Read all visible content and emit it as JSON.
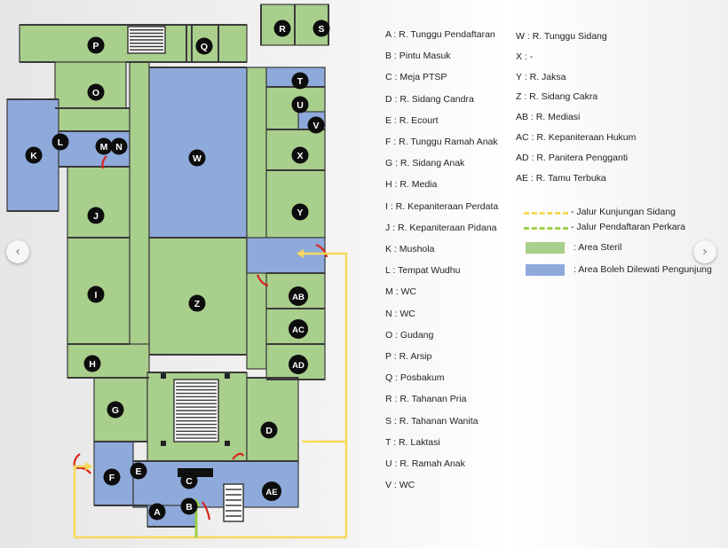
{
  "rooms": [
    {
      "id": "P",
      "label": "P"
    },
    {
      "id": "Q",
      "label": "Q"
    },
    {
      "id": "R",
      "label": "R"
    },
    {
      "id": "S",
      "label": "S"
    },
    {
      "id": "O",
      "label": "O"
    },
    {
      "id": "T",
      "label": "T"
    },
    {
      "id": "U",
      "label": "U"
    },
    {
      "id": "V",
      "label": "V"
    },
    {
      "id": "K",
      "label": "K"
    },
    {
      "id": "L",
      "label": "L"
    },
    {
      "id": "M",
      "label": "M"
    },
    {
      "id": "N",
      "label": "N"
    },
    {
      "id": "W",
      "label": "W"
    },
    {
      "id": "X",
      "label": "X"
    },
    {
      "id": "J",
      "label": "J"
    },
    {
      "id": "Y",
      "label": "Y"
    },
    {
      "id": "I",
      "label": "I"
    },
    {
      "id": "Z",
      "label": "Z"
    },
    {
      "id": "AB",
      "label": "AB"
    },
    {
      "id": "AC",
      "label": "AC"
    },
    {
      "id": "H",
      "label": "H"
    },
    {
      "id": "AD",
      "label": "AD"
    },
    {
      "id": "G",
      "label": "G"
    },
    {
      "id": "D",
      "label": "D"
    },
    {
      "id": "E",
      "label": "E"
    },
    {
      "id": "F",
      "label": "F"
    },
    {
      "id": "C",
      "label": "C"
    },
    {
      "id": "AE",
      "label": "AE"
    },
    {
      "id": "A",
      "label": "A"
    },
    {
      "id": "B",
      "label": "B"
    }
  ],
  "legend_left": [
    "A : R. Tunggu Pendaftaran",
    "B : Pintu Masuk",
    "C : Meja PTSP",
    "D : R. Sidang Candra",
    "E : R. Ecourt",
    "F : R. Tunggu Ramah Anak",
    "G : R. Sidang Anak",
    "H : R. Media",
    "I : R. Kepaniteraan Perdata",
    "J : R. Kepaniteraan Pidana",
    "K : Mushola",
    "L : Tempat Wudhu",
    "M : WC",
    "N : WC",
    "O : Gudang",
    "P : R. Arsip",
    "Q : Posbakum",
    "R : R. Tahanan Pria",
    "S : R. Tahanan Wanita",
    "T : R. Laktasi",
    "U : R. Ramah Anak",
    "V : WC"
  ],
  "legend_right": [
    "W : R. Tunggu Sidang",
    "X : -",
    "Y : R. Jaksa",
    "Z : R. Sidang Cakra",
    "AB : R. Mediasi",
    "AC : R. Kepaniteraan Hukum",
    "AD : R. Panitera Pengganti",
    "AE : R. Tamu Terbuka"
  ],
  "key": {
    "visit_route": "- Jalur Kunjungan Sidang",
    "register_route": "- Jalur Pendaftaran Perkara",
    "sterile_area": ": Area Steril",
    "visitor_area": ": Area Boleh Dilewati Pengunjung"
  },
  "colors": {
    "sterile": "#a9cf8c",
    "visitor": "#8eaadb",
    "wall": "#3a3a3a",
    "visit_route": "#f5d95a",
    "register_route": "#9ed04a",
    "door_red": "#d9231a"
  },
  "nav": {
    "prev_icon": "‹",
    "next_icon": "›"
  }
}
